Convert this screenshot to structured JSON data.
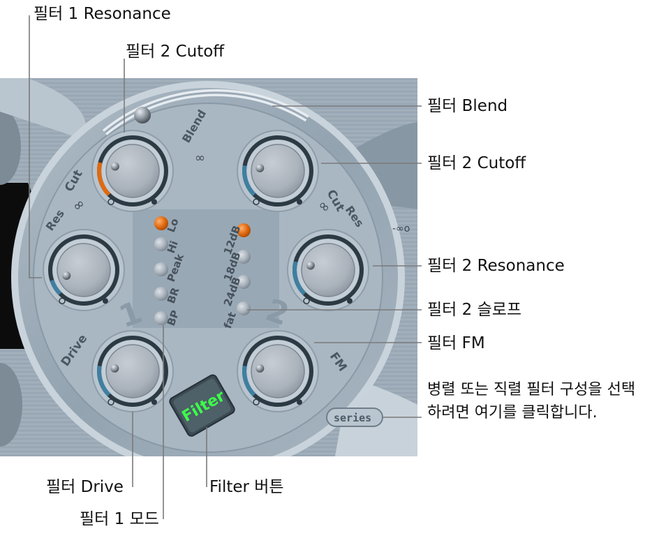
{
  "callouts": {
    "filter1_resonance": "필터 1 Resonance",
    "filter2_cutoff_top": "필터 2 Cutoff",
    "filter_blend": "필터 Blend",
    "filter2_cutoff_right": "필터 2 Cutoff",
    "filter2_resonance": "필터 2 Resonance",
    "filter2_slope": "필터 2 슬로프",
    "filter_fm": "필터 FM",
    "series_parallel": "병렬 또는 직렬 필터 구성을 선택하려면 여기를 클릭합니다.",
    "filter_drive": "필터 Drive",
    "filter_button": "Filter 버튼",
    "filter1_mode": "필터 1 모드"
  },
  "panel": {
    "blend_label": "Blend",
    "cut_label_left": "Cut",
    "res_label_left": "Res",
    "cut_label_right": "Cut",
    "res_label_right": "Res",
    "drive_label": "Drive",
    "fm_label": "FM",
    "filter1_number": "1",
    "filter2_number": "2",
    "filter_button_label": "Filter",
    "series_button_label": "series",
    "filter1_modes": [
      "Lo",
      "Hi",
      "Peak",
      "BR",
      "BP"
    ],
    "filter1_active_mode": "Lo",
    "filter2_slopes": [
      "12dB",
      "18dB",
      "24dB",
      "fat"
    ],
    "filter2_active_slope": "12dB"
  },
  "colors": {
    "accent_orange": "#e06a10",
    "led_off": "#a9b2bb",
    "filter_button_green": "#3dff4a",
    "panel_base": "#9aa9b6"
  },
  "knobs": {
    "filter1_cutoff_value": 0.22,
    "filter1_resonance_value": 0.1,
    "filter2_cutoff_value": 0.2,
    "filter2_resonance_value": 0.22,
    "drive_value": 0.2,
    "fm_value": 0.2
  }
}
